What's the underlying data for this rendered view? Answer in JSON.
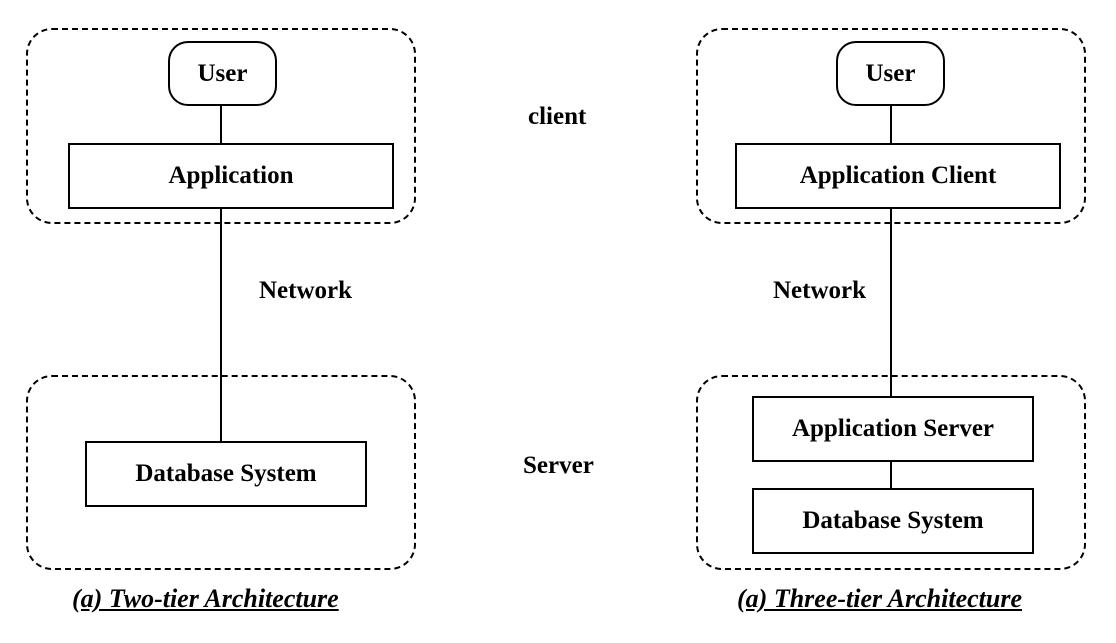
{
  "two_tier": {
    "user": "User",
    "application": "Application",
    "network": "Network",
    "database": "Database System",
    "caption": "(a) Two-tier Architecture"
  },
  "middle": {
    "client": "client",
    "server": "Server"
  },
  "three_tier": {
    "user": "User",
    "application_client": "Application Client",
    "network": "Network",
    "application_server": "Application Server",
    "database": "Database System",
    "caption": "(a) Three-tier Architecture"
  }
}
